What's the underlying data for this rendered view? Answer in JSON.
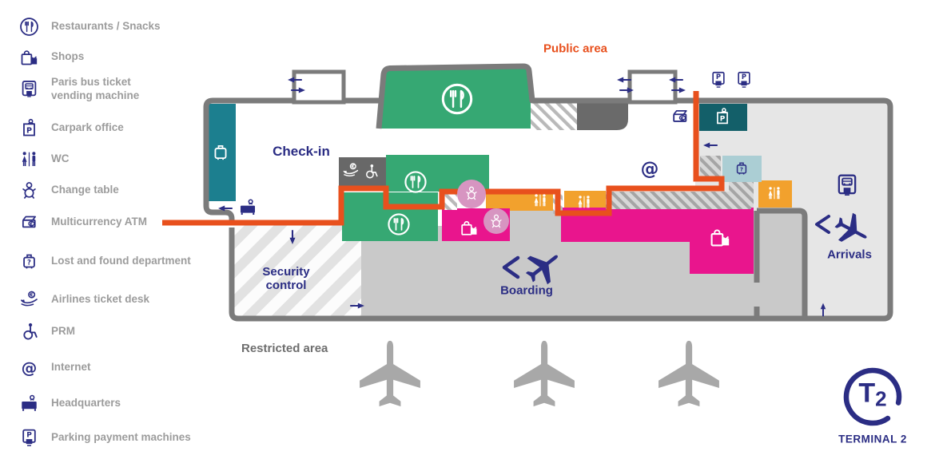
{
  "legend": {
    "items": [
      {
        "icon": "restaurant-icon",
        "label": "Restaurants / Snacks"
      },
      {
        "icon": "shops-icon",
        "label": "Shops"
      },
      {
        "icon": "bus-ticket-machine-icon",
        "label": "Paris bus ticket vending machine"
      },
      {
        "icon": "carpark-office-icon",
        "label": "Carpark office"
      },
      {
        "icon": "wc-icon",
        "label": "WC"
      },
      {
        "icon": "change-table-icon",
        "label": "Change table"
      },
      {
        "icon": "multicurrency-atm-icon",
        "label": "Multicurrency ATM"
      },
      {
        "icon": "lost-and-found-icon",
        "label": "Lost and found department"
      },
      {
        "icon": "airlines-ticket-desk-icon",
        "label": "Airlines ticket desk"
      },
      {
        "icon": "prm-icon",
        "label": "PRM"
      },
      {
        "icon": "internet-icon",
        "label": "Internet"
      },
      {
        "icon": "headquarters-icon",
        "label": "Headquarters"
      },
      {
        "icon": "parking-payment-machines-icon",
        "label": "Parking payment machines"
      }
    ]
  },
  "map": {
    "labels": {
      "public_area": "Public area",
      "check_in": "Check-in",
      "security_control": "Security control",
      "boarding": "Boarding",
      "arrivals": "Arrivals",
      "restricted_area": "Restricted area"
    }
  },
  "logo": {
    "t": "T",
    "two": "2",
    "label": "TERMINAL 2"
  },
  "colors": {
    "navy": "#2b2d84",
    "route_orange": "#e8501d",
    "green": "#36a873",
    "amber": "#f2a12d",
    "magenta": "#e9158d",
    "pink_blob": "#d795c1",
    "teal": "#1c7f8f",
    "dark_teal": "#135f69",
    "light_teal": "#abced4",
    "wall_grey": "#7b7b7b",
    "boarding_grey": "#c9c9c9",
    "arrivals_grey": "#e6e6e6",
    "legend_text": "#9c9c9c"
  }
}
